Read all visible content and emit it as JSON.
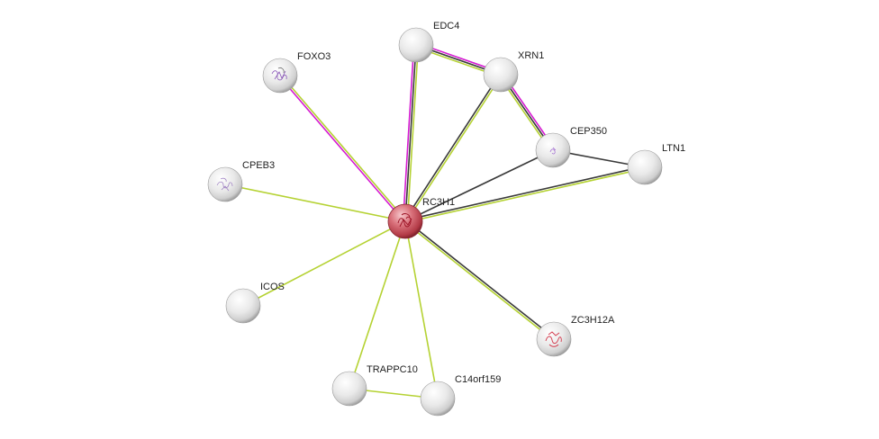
{
  "nodes": [
    {
      "id": "RC3H1",
      "label": "RC3H1",
      "kind": "query",
      "structure": "red"
    },
    {
      "id": "EDC4",
      "label": "EDC4",
      "kind": "partner",
      "structure": "none"
    },
    {
      "id": "XRN1",
      "label": "XRN1",
      "kind": "partner",
      "structure": "none"
    },
    {
      "id": "FOXO3",
      "label": "FOXO3",
      "kind": "partner",
      "structure": "purple"
    },
    {
      "id": "CEP350",
      "label": "CEP350",
      "kind": "partner",
      "structure": "purple"
    },
    {
      "id": "LTN1",
      "label": "LTN1",
      "kind": "partner",
      "structure": "none"
    },
    {
      "id": "CPEB3",
      "label": "CPEB3",
      "kind": "partner",
      "structure": "purple"
    },
    {
      "id": "ICOS",
      "label": "ICOS",
      "kind": "partner",
      "structure": "none"
    },
    {
      "id": "ZC3H12A",
      "label": "ZC3H12A",
      "kind": "partner",
      "structure": "red"
    },
    {
      "id": "TRAPPC10",
      "label": "TRAPPC10",
      "kind": "partner",
      "structure": "none"
    },
    {
      "id": "C14orf159",
      "label": "C14orf159",
      "kind": "partner",
      "structure": "none"
    }
  ],
  "edges": [
    {
      "source": "RC3H1",
      "target": "FOXO3",
      "evidence": [
        "magenta",
        "yellowgreen"
      ]
    },
    {
      "source": "RC3H1",
      "target": "EDC4",
      "evidence": [
        "magenta",
        "black",
        "yellowgreen"
      ]
    },
    {
      "source": "RC3H1",
      "target": "XRN1",
      "evidence": [
        "black",
        "yellowgreen"
      ]
    },
    {
      "source": "RC3H1",
      "target": "CEP350",
      "evidence": [
        "black"
      ]
    },
    {
      "source": "RC3H1",
      "target": "LTN1",
      "evidence": [
        "black",
        "yellowgreen"
      ]
    },
    {
      "source": "RC3H1",
      "target": "CPEB3",
      "evidence": [
        "yellowgreen"
      ]
    },
    {
      "source": "RC3H1",
      "target": "ICOS",
      "evidence": [
        "yellowgreen"
      ]
    },
    {
      "source": "RC3H1",
      "target": "ZC3H12A",
      "evidence": [
        "black",
        "yellowgreen"
      ]
    },
    {
      "source": "RC3H1",
      "target": "TRAPPC10",
      "evidence": [
        "yellowgreen"
      ]
    },
    {
      "source": "RC3H1",
      "target": "C14orf159",
      "evidence": [
        "yellowgreen"
      ]
    },
    {
      "source": "EDC4",
      "target": "XRN1",
      "evidence": [
        "magenta",
        "black",
        "yellowgreen"
      ]
    },
    {
      "source": "XRN1",
      "target": "CEP350",
      "evidence": [
        "magenta",
        "black",
        "yellowgreen"
      ]
    },
    {
      "source": "CEP350",
      "target": "LTN1",
      "evidence": [
        "black"
      ]
    },
    {
      "source": "TRAPPC10",
      "target": "C14orf159",
      "evidence": [
        "yellowgreen"
      ]
    }
  ],
  "colors": {
    "magenta": "#d51ad1",
    "black": "#3a3a3a",
    "yellowgreen": "#b5d233",
    "node_grey": "#e6e6e6",
    "query_red": "#d15a65"
  }
}
